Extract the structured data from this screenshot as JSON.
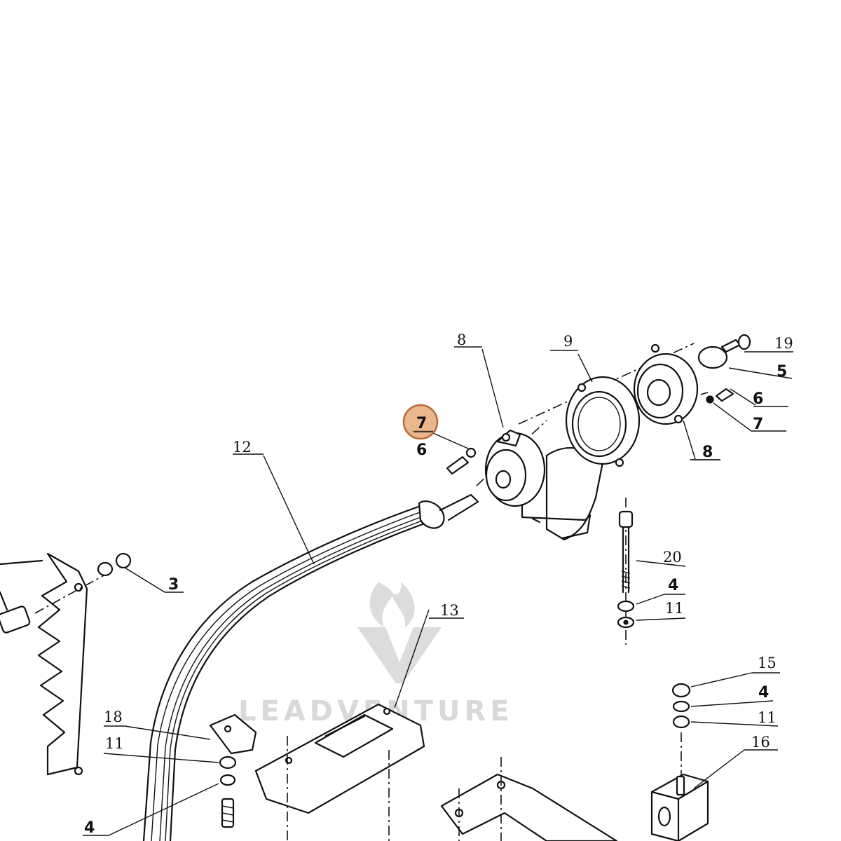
{
  "diagram": {
    "callouts": [
      {
        "id": "c8a",
        "label": "8"
      },
      {
        "id": "c9",
        "label": "9"
      },
      {
        "id": "c19",
        "label": "19"
      },
      {
        "id": "c5",
        "label": "5"
      },
      {
        "id": "c6a",
        "label": "6"
      },
      {
        "id": "c7a",
        "label": "7"
      },
      {
        "id": "c8b",
        "label": "8"
      },
      {
        "id": "c7b",
        "label": "7"
      },
      {
        "id": "c6b",
        "label": "6"
      },
      {
        "id": "c12",
        "label": "12"
      },
      {
        "id": "c3",
        "label": "3"
      },
      {
        "id": "c20",
        "label": "20"
      },
      {
        "id": "c4a",
        "label": "4"
      },
      {
        "id": "c11a",
        "label": "11"
      },
      {
        "id": "c13",
        "label": "13"
      },
      {
        "id": "c15",
        "label": "15"
      },
      {
        "id": "c4b",
        "label": "4"
      },
      {
        "id": "c11b",
        "label": "11"
      },
      {
        "id": "c16",
        "label": "16"
      },
      {
        "id": "c18",
        "label": "18"
      },
      {
        "id": "c11c",
        "label": "11"
      },
      {
        "id": "c4c",
        "label": "4"
      }
    ],
    "highlighted_callout": "7",
    "watermark": {
      "text": "LEADVENTURE",
      "logo": "flame-v-logo"
    },
    "colors": {
      "ink": "#111111",
      "highlight": "#e6a97a",
      "watermark": "#d9d9d9",
      "background": "#ffffff"
    }
  }
}
